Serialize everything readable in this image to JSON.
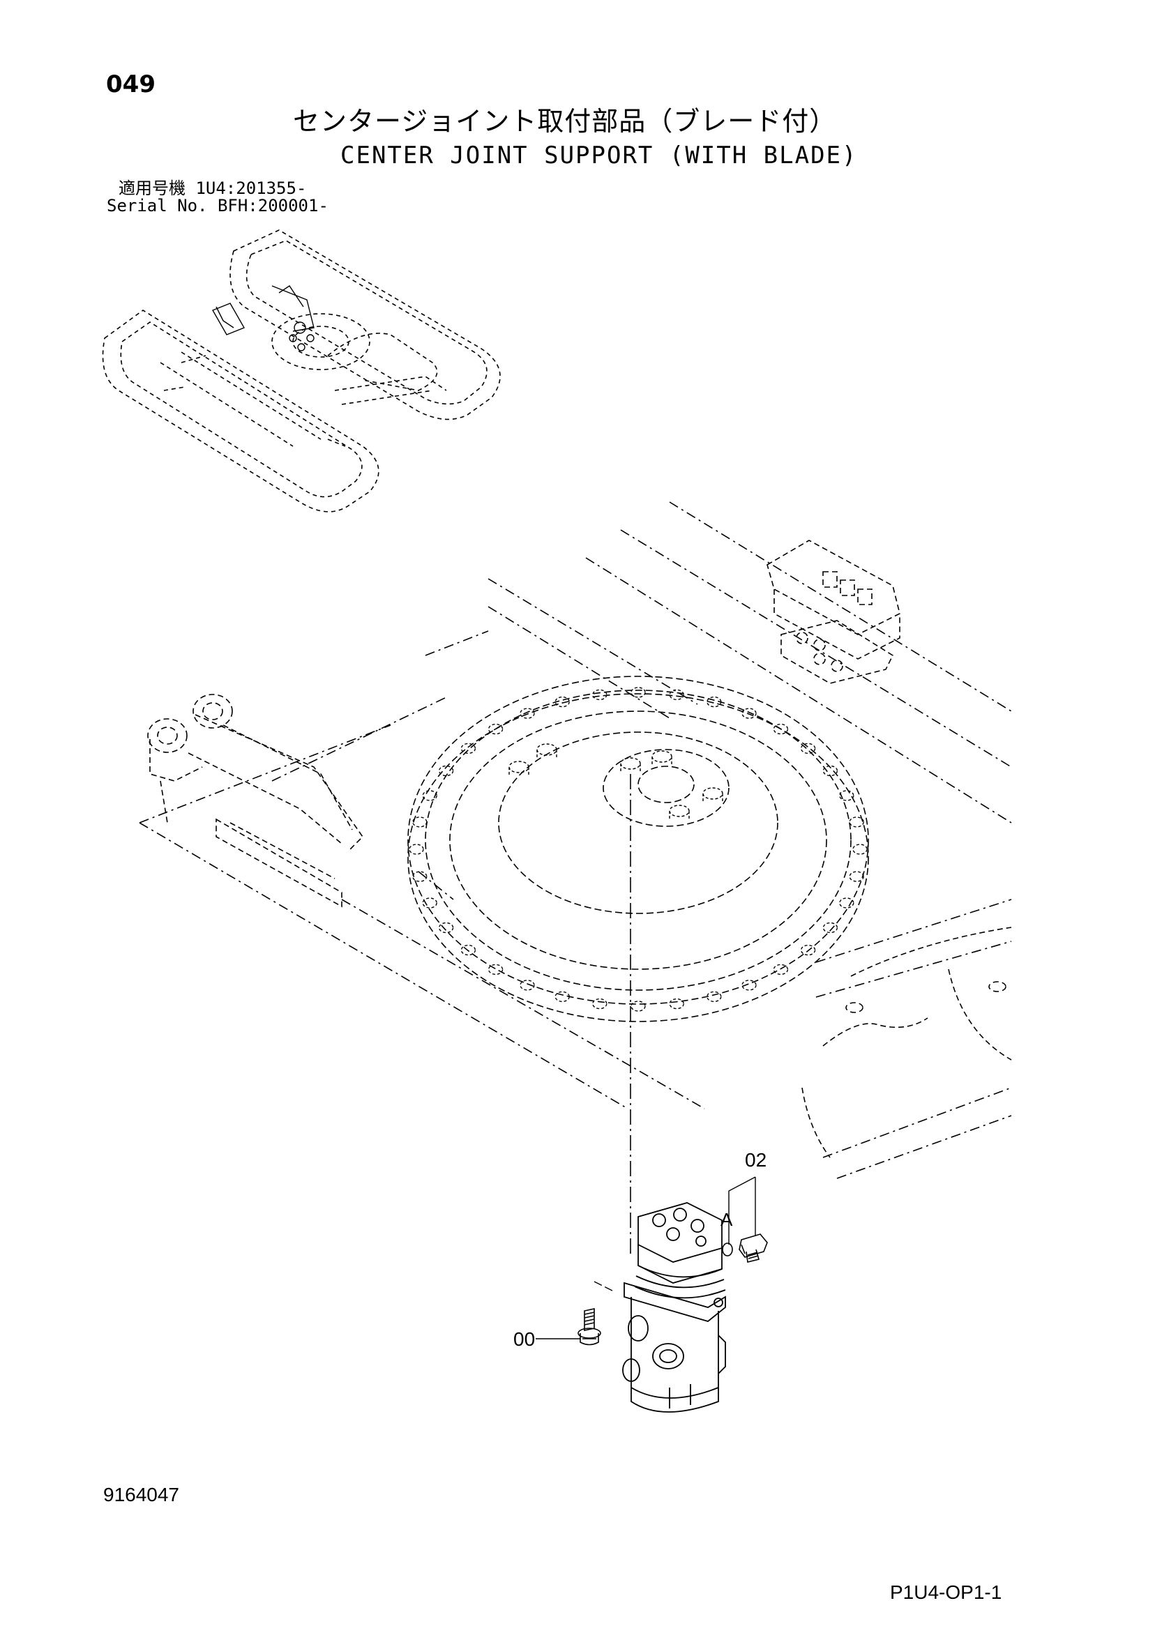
{
  "header": {
    "page_number": "049",
    "title_jp": "センタージョイント取付部品（ブレード付）",
    "title_en": "CENTER JOINT SUPPORT (WITH BLADE)"
  },
  "serial": {
    "label_jp": "適用号機",
    "value_jp": "1U4:201355-",
    "label_en": "Serial No.",
    "value_en": "BFH:200001-"
  },
  "callouts": {
    "bolt": "00",
    "plug": "02",
    "ref_a": "A"
  },
  "footer": {
    "document_number": "9164047",
    "sheet_ref": "P1U4-OP1-1"
  }
}
